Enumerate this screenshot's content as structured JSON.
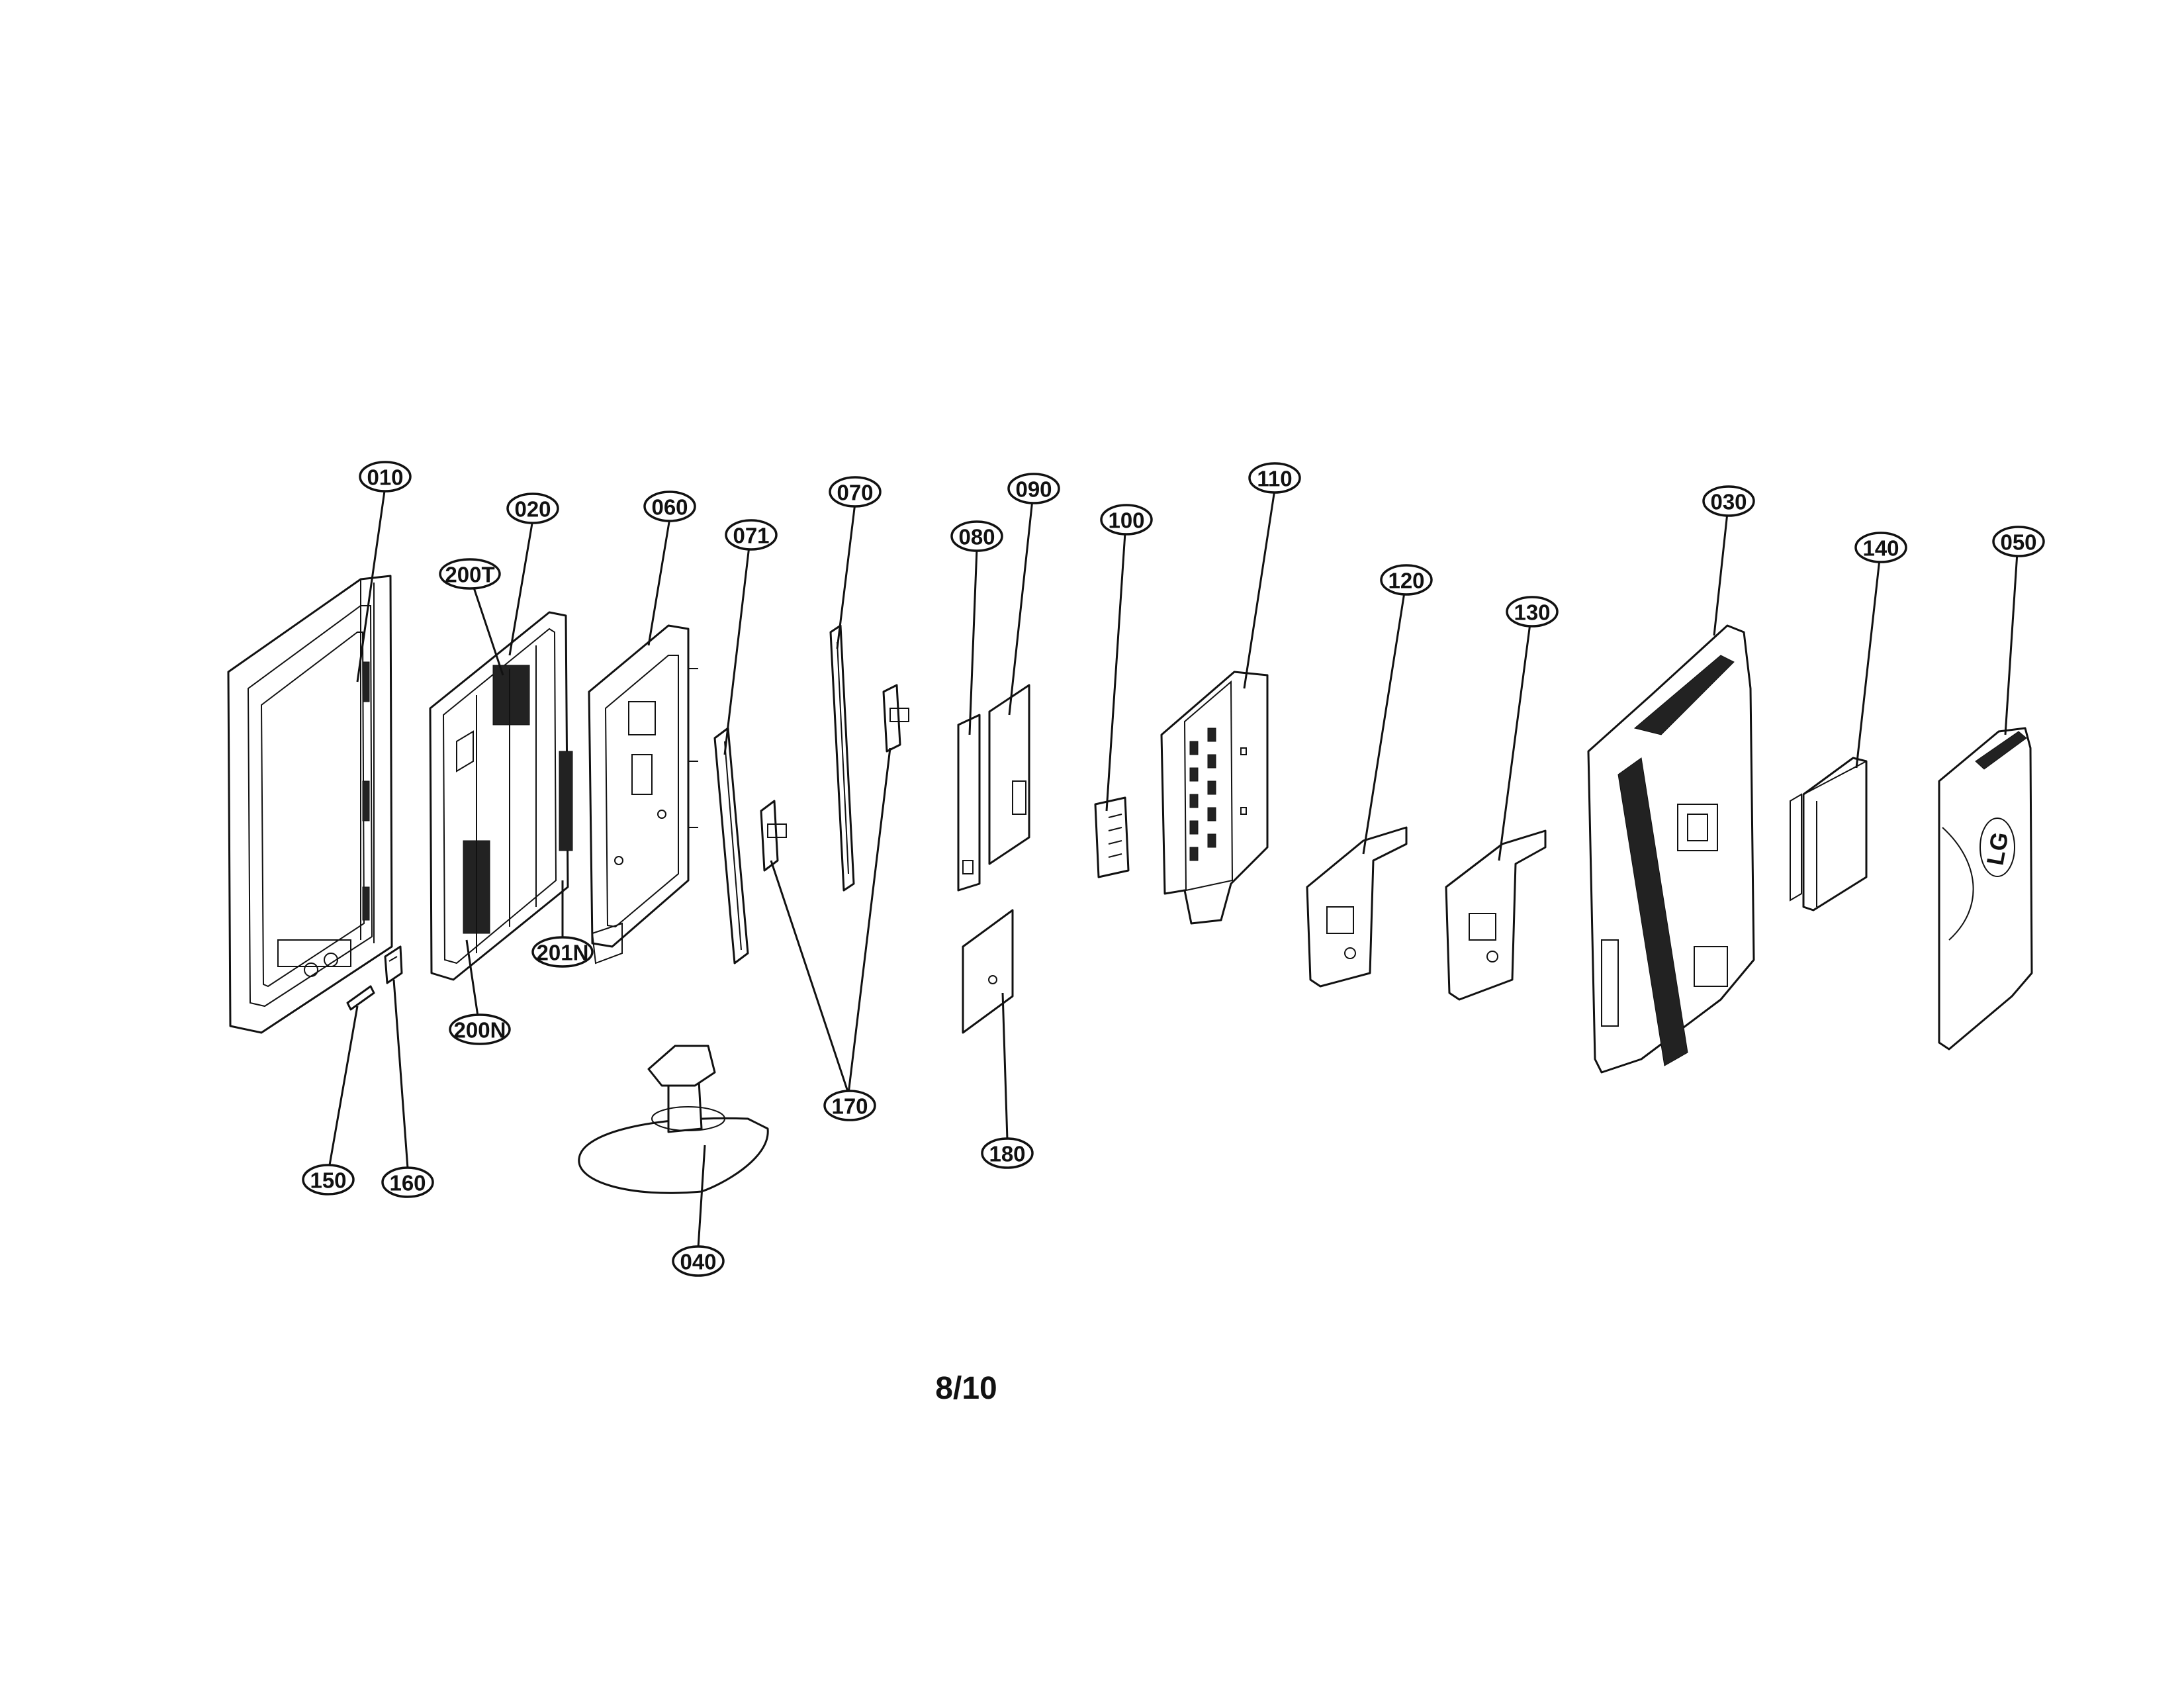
{
  "diagram": {
    "page_number": "8/10",
    "callouts": [
      {
        "id": "c010",
        "label": "010"
      },
      {
        "id": "c020",
        "label": "020"
      },
      {
        "id": "c200T",
        "label": "200T"
      },
      {
        "id": "c060",
        "label": "060"
      },
      {
        "id": "c071",
        "label": "071"
      },
      {
        "id": "c070",
        "label": "070"
      },
      {
        "id": "c080",
        "label": "080"
      },
      {
        "id": "c090",
        "label": "090"
      },
      {
        "id": "c100",
        "label": "100"
      },
      {
        "id": "c110",
        "label": "110"
      },
      {
        "id": "c120",
        "label": "120"
      },
      {
        "id": "c130",
        "label": "130"
      },
      {
        "id": "c030",
        "label": "030"
      },
      {
        "id": "c140",
        "label": "140"
      },
      {
        "id": "c050",
        "label": "050"
      },
      {
        "id": "c201N",
        "label": "201N"
      },
      {
        "id": "c200N",
        "label": "200N"
      },
      {
        "id": "c150",
        "label": "150"
      },
      {
        "id": "c160",
        "label": "160"
      },
      {
        "id": "c170",
        "label": "170"
      },
      {
        "id": "c180",
        "label": "180"
      },
      {
        "id": "c040",
        "label": "040"
      }
    ],
    "logo_text": "LG"
  }
}
